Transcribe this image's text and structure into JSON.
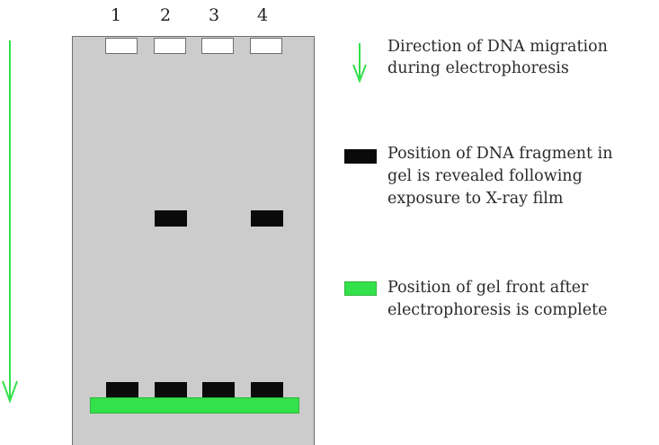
{
  "lanes": [
    "1",
    "2",
    "3",
    "4"
  ],
  "legend": {
    "migration": {
      "icon": "green-down-arrow",
      "line1": "Direction of DNA migration",
      "line2": "during electrophoresis"
    },
    "fragment": {
      "icon": "black-band-swatch",
      "line1": "Position of DNA fragment in",
      "line2": "gel is revealed following",
      "line3": "exposure to X-ray film"
    },
    "front": {
      "icon": "green-band-swatch",
      "line1": "Position of gel front after",
      "line2": "electrophoresis is complete"
    }
  },
  "colors": {
    "gel": "#cccccc",
    "band": "#0a0a0a",
    "front": "#33e14a",
    "arrow": "#33e14a"
  }
}
